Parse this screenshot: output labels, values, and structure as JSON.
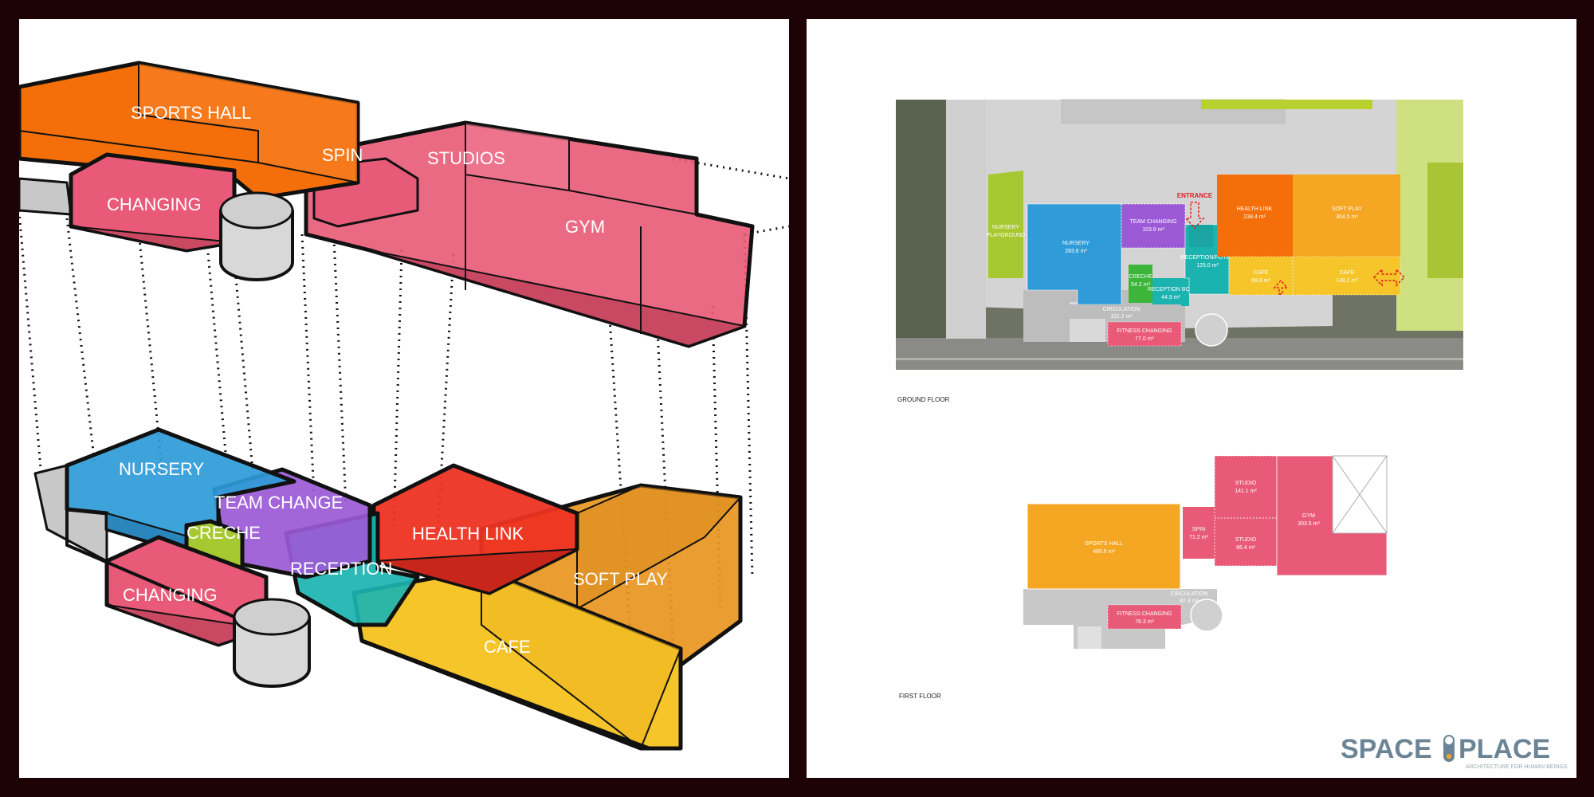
{
  "axon": {
    "upper": {
      "sports_hall": "SPORTS HALL",
      "spin": "SPIN",
      "studios": "STUDIOS",
      "changing": "CHANGING",
      "gym": "GYM"
    },
    "lower": {
      "nursery": "NURSERY",
      "team_change": "TEAM CHANGE",
      "creche": "CRECHE",
      "health_link": "HEALTH LINK",
      "reception": "RECEPTION",
      "soft_play": "SOFT PLAY",
      "changing": "CHANGING",
      "cafe": "CAFE"
    }
  },
  "ground_floor": {
    "caption": "GROUND FLOOR",
    "entrance": "ENTRANCE",
    "rooms": {
      "nursery_playground": [
        "NURSERY",
        "PLAYGROUND"
      ],
      "nursery": [
        "NURSERY",
        "283.6 m²"
      ],
      "team_changing": [
        "TEAM CHANGING",
        "103.9 m²"
      ],
      "reception_foyer": [
        "RECEPTION/FOYER",
        "125.0 m²"
      ],
      "creche": [
        "CRECHE",
        "54.2 m²"
      ],
      "reception_boh": [
        "RECEPTION BOH",
        "44.9 m²"
      ],
      "health_link": [
        "HEALTH LINK",
        "238.4 m²"
      ],
      "soft_play": [
        "SOFT PLAY",
        "304.5 m²"
      ],
      "cafe_1": [
        "CAFE",
        "89.8 m²"
      ],
      "cafe_2": [
        "CAFE",
        "140.1 m²"
      ],
      "circulation": [
        "CIRCULATION",
        "101.2 m²"
      ],
      "fitness_changing": [
        "FITNESS CHANGING",
        "77.0 m²"
      ]
    }
  },
  "first_floor": {
    "caption": "FIRST FLOOR",
    "rooms": {
      "sports_hall": [
        "SPORTS HALL",
        "485.6 m²"
      ],
      "spin": [
        "SPIN",
        "71.2 m²"
      ],
      "studio_1": [
        "STUDIO",
        "141.1 m²"
      ],
      "studio_2": [
        "STUDIO",
        "86.4 m²"
      ],
      "gym": [
        "GYM",
        "303.5 m²"
      ],
      "circulation": [
        "CIRCULATION",
        "87.3 m²"
      ],
      "fitness_changing": [
        "FITNESS CHANGING",
        "78.3 m²"
      ]
    }
  },
  "logo": {
    "left": "SPACE",
    "right": "PLACE",
    "tagline": "ARCHITECTURE FOR HUMAN BEINGS"
  },
  "colors": {
    "frame": "#1d0306",
    "orange": "#f46f0a",
    "pink": "#e85a77",
    "blue": "#2f9bd8",
    "purple": "#9b59d6",
    "lime": "#a6c830",
    "teal": "#1bb3b0",
    "red": "#ee3322",
    "amber": "#e89520",
    "yellow": "#f5c52a",
    "gold": "#f5a623"
  }
}
